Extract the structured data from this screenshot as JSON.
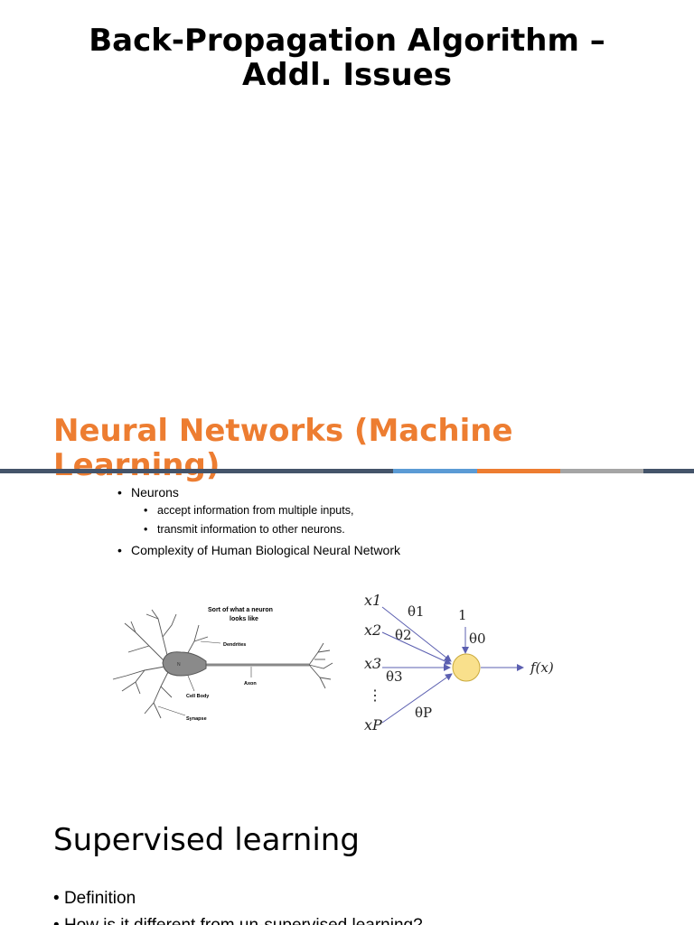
{
  "slide1": {
    "title_line1": "Back-Propagation Algorithm –",
    "title_line2": "Addl. Issues"
  },
  "slide2": {
    "title_line1": "Neural Networks (Machine",
    "title_line2": "Learning)",
    "bullets": [
      {
        "text": "Neurons",
        "sub": [
          "accept information from multiple inputs,",
          "transmit information to other neurons."
        ]
      },
      {
        "text": "Complexity of Human Biological Neural Network"
      }
    ],
    "neuron_figure": {
      "caption": "Sort of what a neuron looks like",
      "caption_line1": "Sort of what a neuron",
      "caption_line2": "looks like",
      "labels": {
        "dendrites": "Dendrites",
        "axon": "Axon",
        "cell_body": "Cell Body",
        "synapse": "Synapse",
        "nucleus": "N"
      }
    },
    "perceptron_figure": {
      "inputs": [
        "x1",
        "x2",
        "x3",
        "⋮",
        "xP"
      ],
      "weights": [
        "θ1",
        "θ2",
        "θ3",
        "θP"
      ],
      "bias_input": "1",
      "bias_weight": "θ0",
      "output": "f(x)",
      "colors": {
        "node_fill": "#F9E08C",
        "node_stroke": "#C9A93C",
        "arrow": "#5B5FB0"
      }
    }
  },
  "slide3": {
    "title": "Supervised learning",
    "bullets": [
      "Definition",
      "How is it different from un-supervised learning?"
    ]
  },
  "colors": {
    "accent_orange": "#ED7D31",
    "navy": "#44546A",
    "blue": "#5B9BD5",
    "gray": "#A5A5A5"
  }
}
